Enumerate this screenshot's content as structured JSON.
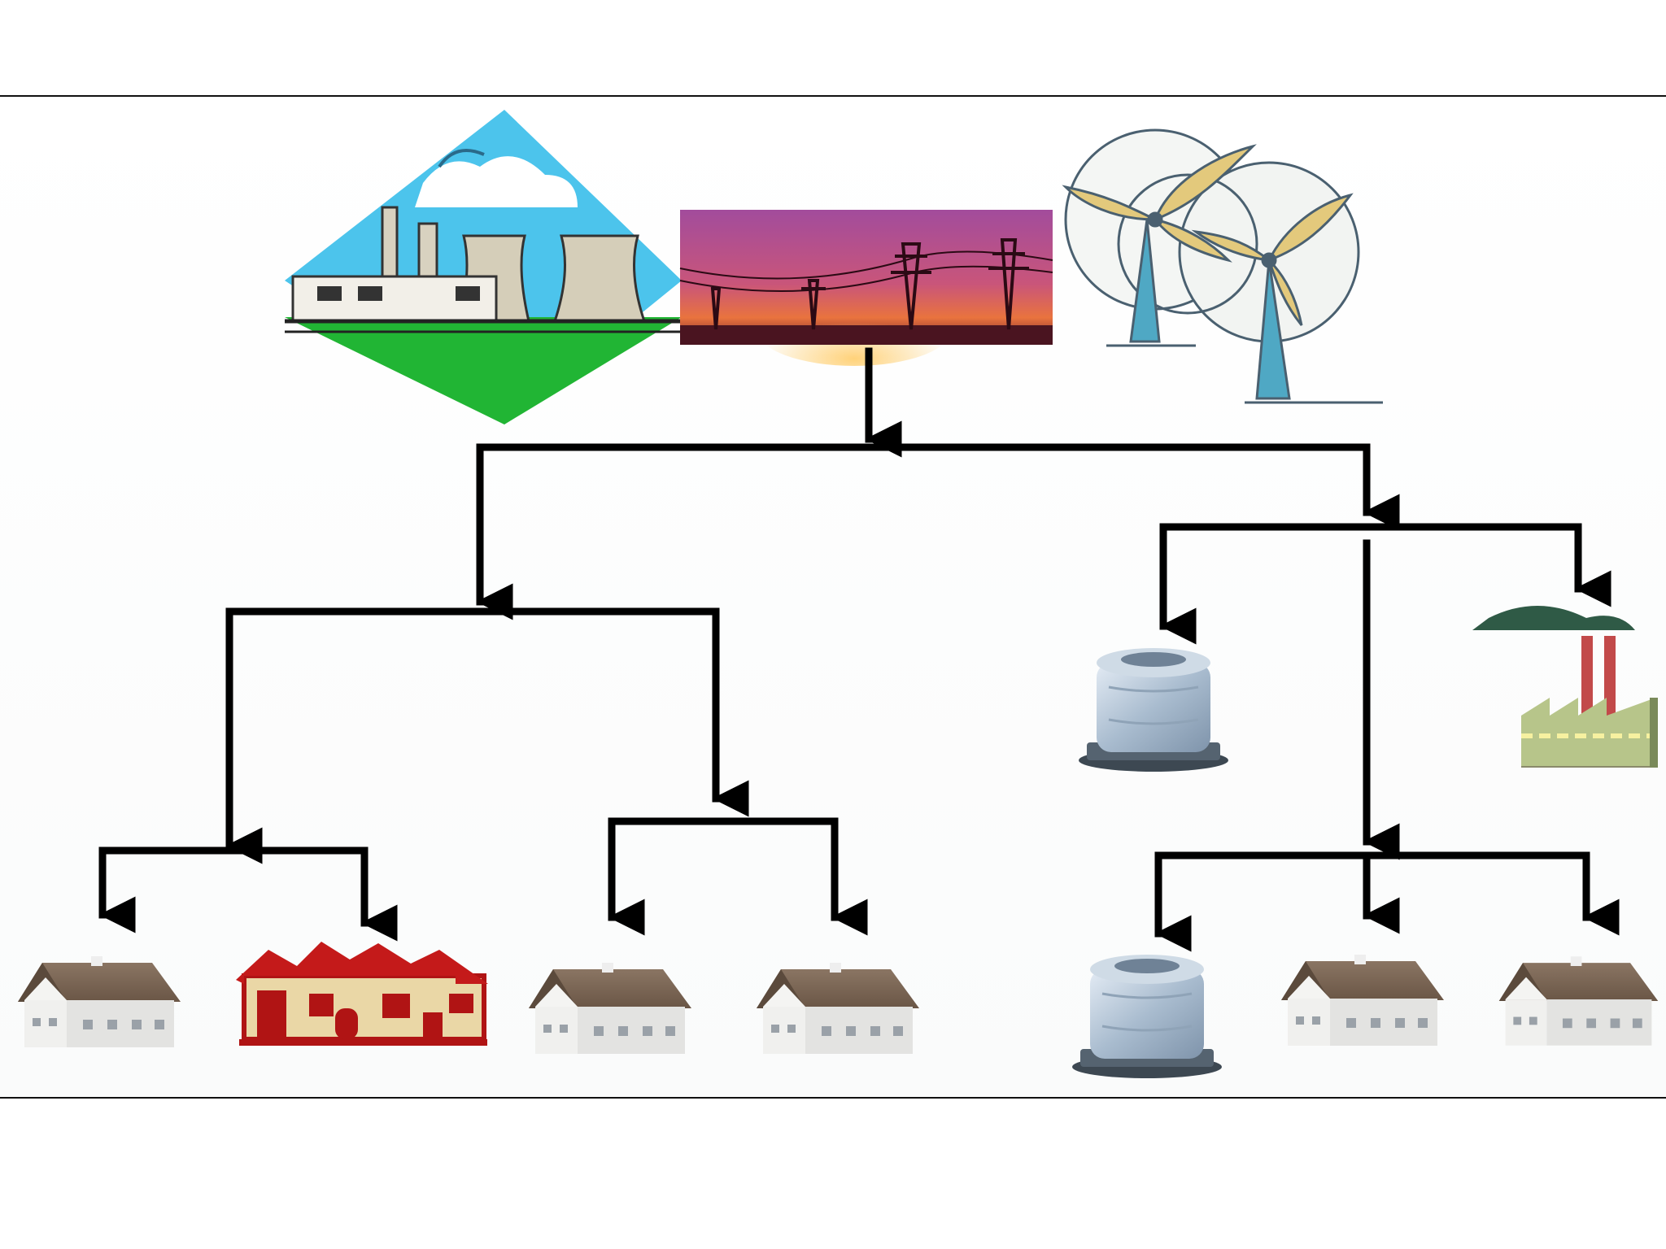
{
  "diagram": {
    "kind": "power-distribution-tree",
    "connector_color": "#000000",
    "sources": [
      {
        "name": "thermal-power-plant",
        "icon": "power-plant-icon"
      },
      {
        "name": "transmission-lines",
        "icon": "transmission-tower-icon"
      },
      {
        "name": "wind-turbines",
        "icon": "wind-turbine-icon"
      }
    ],
    "nodes": [
      {
        "name": "substation-transformer-upper",
        "icon": "transformer-icon"
      },
      {
        "name": "substation-transformer-lower",
        "icon": "transformer-icon"
      },
      {
        "name": "factory",
        "icon": "factory-icon"
      },
      {
        "name": "house-1",
        "icon": "house-icon"
      },
      {
        "name": "houses-cluster",
        "icon": "townhouses-icon"
      },
      {
        "name": "house-3",
        "icon": "house-icon"
      },
      {
        "name": "house-4",
        "icon": "house-icon"
      },
      {
        "name": "house-5",
        "icon": "house-icon"
      },
      {
        "name": "house-6",
        "icon": "house-icon"
      }
    ]
  }
}
